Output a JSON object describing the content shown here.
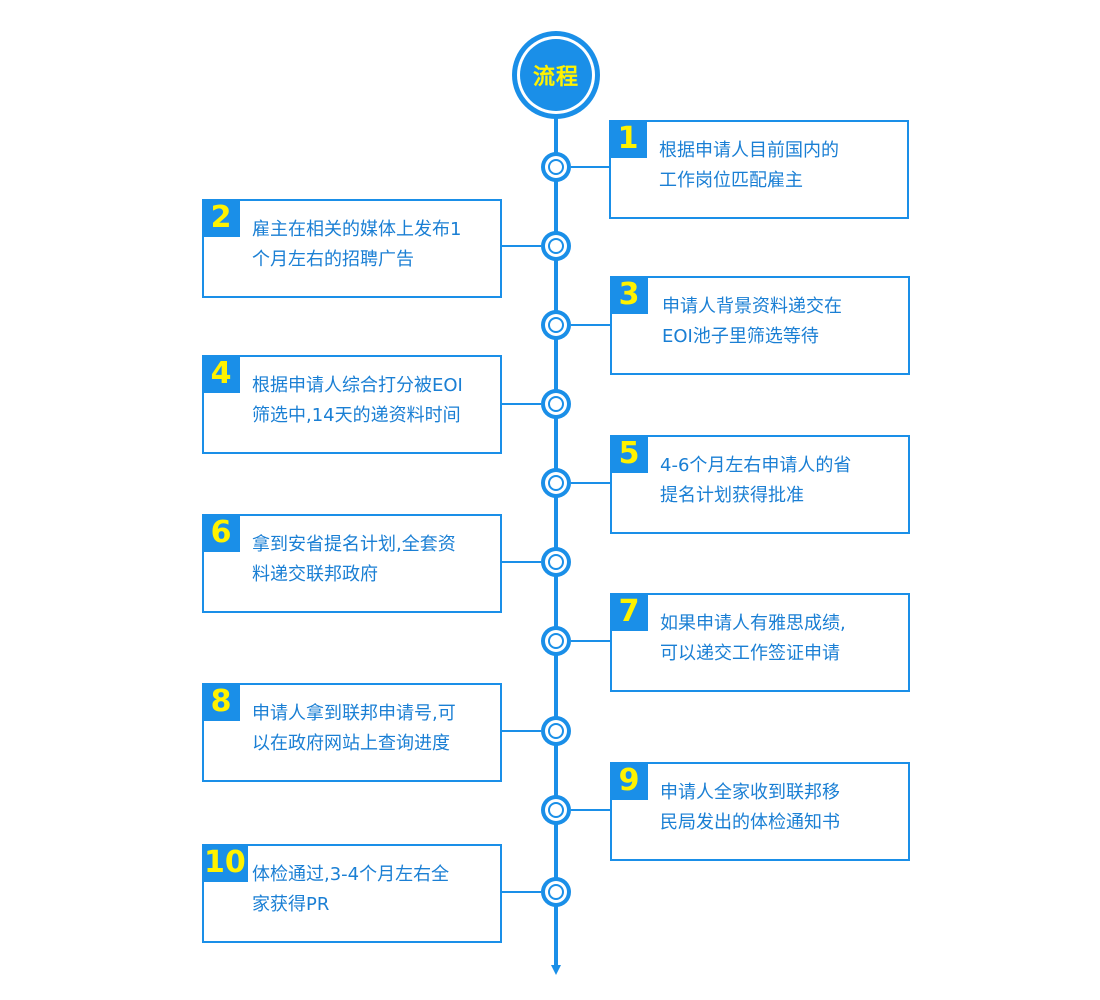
{
  "title": "流程",
  "colors": {
    "accent": "#1a8fe8",
    "number": "#fff200",
    "text": "#1a7fd4",
    "background": "#ffffff"
  },
  "steps": [
    {
      "number": "1",
      "side": "right",
      "text": "根据申请人目前国内的\n工作岗位匹配雇主"
    },
    {
      "number": "2",
      "side": "left",
      "text": "雇主在相关的媒体上发布1\n个月左右的招聘广告"
    },
    {
      "number": "3",
      "side": "right",
      "text": "申请人背景资料递交在\nEOI池子里筛选等待"
    },
    {
      "number": "4",
      "side": "left",
      "text": "根据申请人综合打分被EOI\n筛选中,14天的递资料时间"
    },
    {
      "number": "5",
      "side": "right",
      "text": "4-6个月左右申请人的省\n提名计划获得批准"
    },
    {
      "number": "6",
      "side": "left",
      "text": "拿到安省提名计划,全套资\n料递交联邦政府"
    },
    {
      "number": "7",
      "side": "right",
      "text": "如果申请人有雅思成绩,\n可以递交工作签证申请"
    },
    {
      "number": "8",
      "side": "left",
      "text": "申请人拿到联邦申请号,可\n以在政府网站上查询进度"
    },
    {
      "number": "9",
      "side": "right",
      "text": "申请人全家收到联邦移\n民局发出的体检通知书"
    },
    {
      "number": "10",
      "side": "left",
      "text": "体检通过,3-4个月左右全\n家获得PR"
    }
  ]
}
